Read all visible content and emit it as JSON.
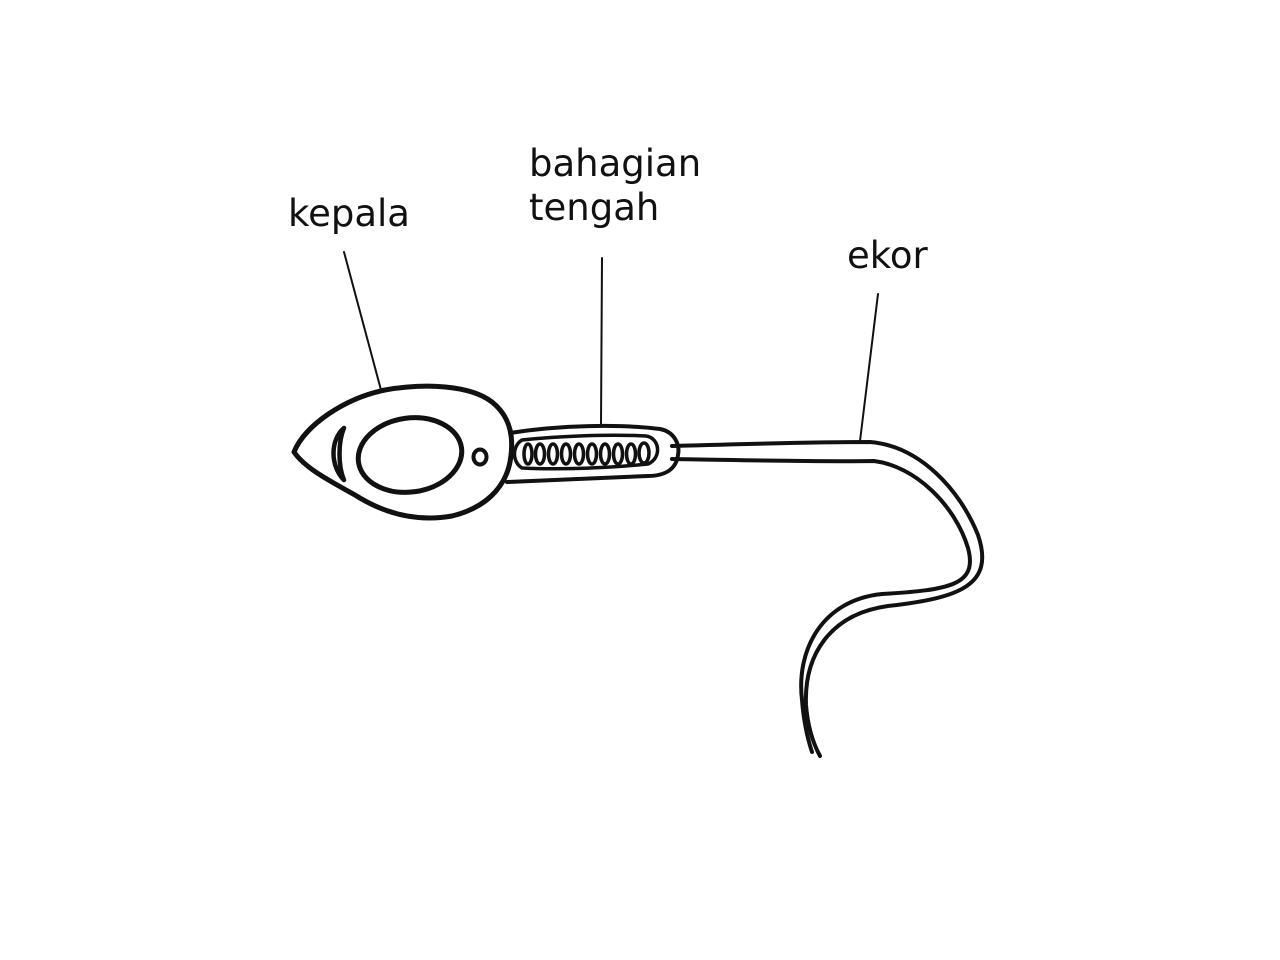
{
  "labels": {
    "head": "kepala",
    "midpiece_line1": "bahagian",
    "midpiece_line2": "tengah",
    "tail": "ekor"
  },
  "colors": {
    "ink": "#111111",
    "background": "#ffffff"
  }
}
